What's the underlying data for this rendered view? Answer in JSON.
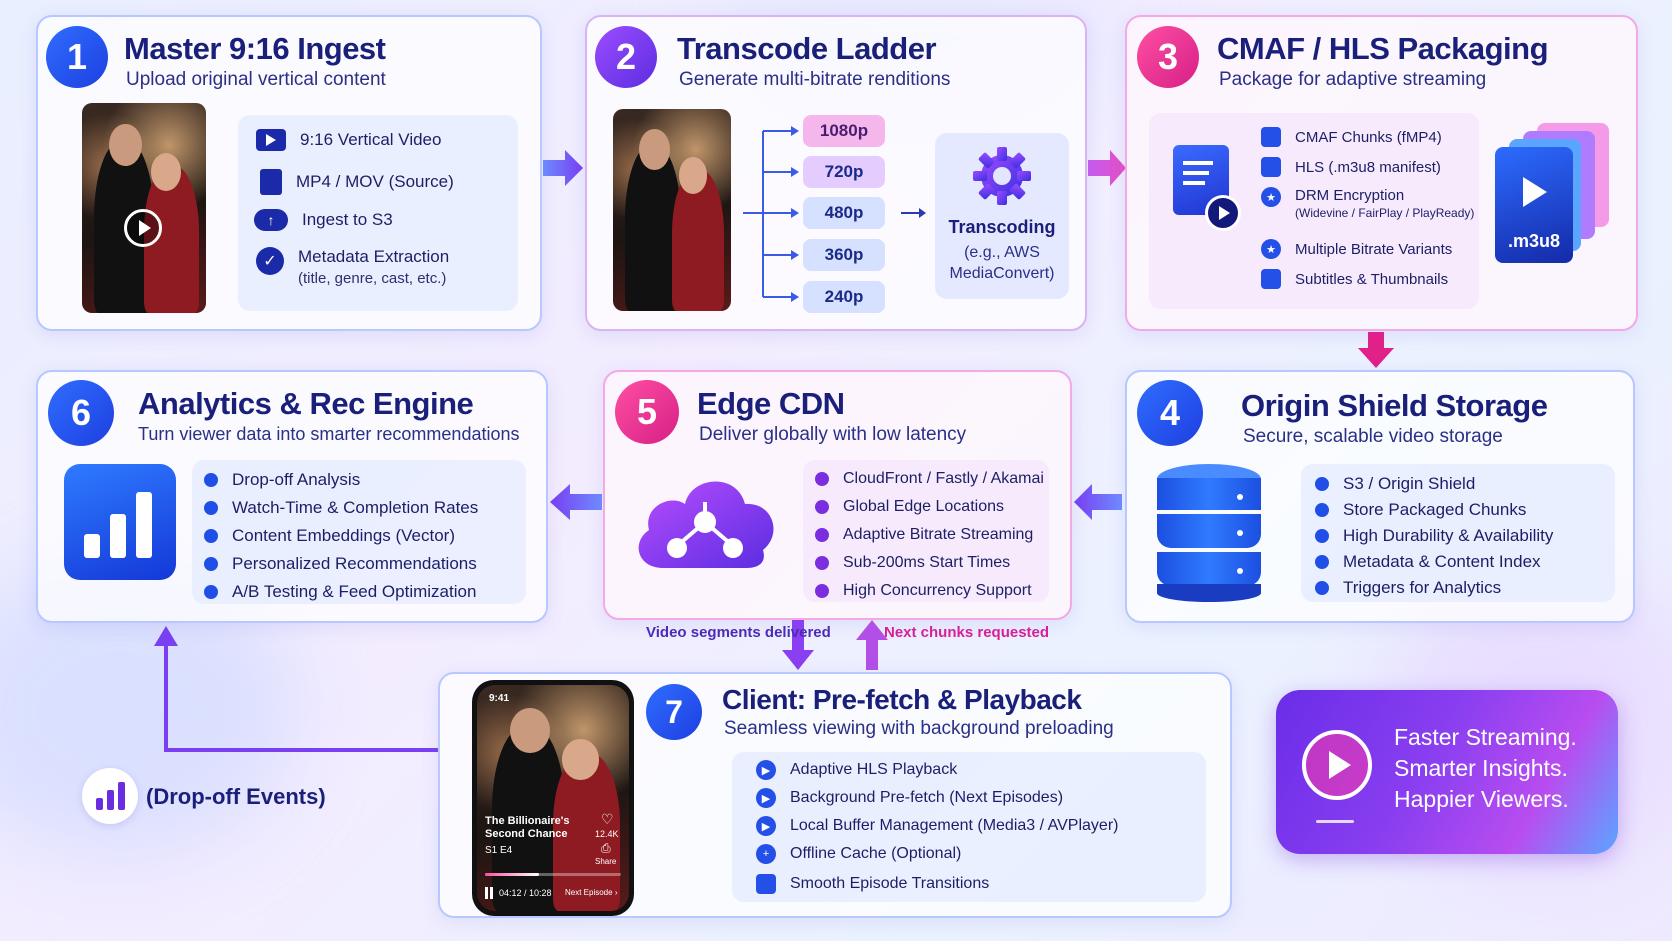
{
  "step1": {
    "num": "1",
    "title": "Master 9:16 Ingest",
    "subtitle": "Upload original vertical content",
    "items": [
      {
        "icon": "play-square-icon",
        "label": "9:16 Vertical Video"
      },
      {
        "icon": "document-icon",
        "label": "MP4 / MOV (Source)"
      },
      {
        "icon": "cloud-upload-icon",
        "label": "Ingest to S3"
      },
      {
        "icon": "check-circle-icon",
        "label": "Metadata Extraction",
        "sub": "(title, genre, cast, etc.)"
      }
    ]
  },
  "step2": {
    "num": "2",
    "title": "Transcode Ladder",
    "subtitle": "Generate multi-bitrate renditions",
    "renditions": [
      "1080p",
      "720p",
      "480p",
      "360p",
      "240p"
    ],
    "engine_title": "Transcoding",
    "engine_sub": "(e.g., AWS MediaConvert)"
  },
  "step3": {
    "num": "3",
    "title": "CMAF / HLS Packaging",
    "subtitle": "Package for adaptive streaming",
    "items": [
      {
        "label": "CMAF Chunks (fMP4)"
      },
      {
        "label": "HLS (.m3u8 manifest)"
      },
      {
        "label": "DRM Encryption",
        "sub": "(Widevine / FairPlay / PlayReady)"
      },
      {
        "label": "Multiple Bitrate Variants"
      },
      {
        "label": "Subtitles & Thumbnails"
      }
    ],
    "badge": ".m3u8"
  },
  "step4": {
    "num": "4",
    "title": "Origin Shield Storage",
    "subtitle": "Secure, scalable video storage",
    "items": [
      "S3 / Origin Shield",
      "Store Packaged Chunks",
      "High Durability & Availability",
      "Metadata & Content Index",
      "Triggers for Analytics"
    ]
  },
  "step5": {
    "num": "5",
    "title": "Edge CDN",
    "subtitle": "Deliver globally with low latency",
    "items": [
      "CloudFront / Fastly / Akamai",
      "Global Edge Locations",
      "Adaptive Bitrate Streaming",
      "Sub-200ms Start Times",
      "High Concurrency Support"
    ]
  },
  "step6": {
    "num": "6",
    "title": "Analytics & Rec Engine",
    "subtitle": "Turn viewer data into smarter recommendations",
    "items": [
      "Drop-off Analysis",
      "Watch-Time & Completion Rates",
      "Content Embeddings (Vector)",
      "Personalized Recommendations",
      "A/B Testing & Feed Optimization"
    ]
  },
  "step7": {
    "num": "7",
    "title": "Client: Pre-fetch & Playback",
    "subtitle": "Seamless viewing with background preloading",
    "items": [
      {
        "icon": "play-circle-icon",
        "label": "Adaptive HLS Playback"
      },
      {
        "icon": "play-circle-icon",
        "label": "Background Pre-fetch (Next Episodes)"
      },
      {
        "icon": "play-circle-icon",
        "label": "Local Buffer Management (Media3 / AVPlayer)"
      },
      {
        "icon": "plus-circle-icon",
        "label": "Offline Cache (Optional)"
      },
      {
        "icon": "document-icon",
        "label": "Smooth Episode Transitions"
      }
    ]
  },
  "phone": {
    "time": "9:41",
    "show_title": "The Billionaire's Second Chance",
    "episode": "S1 E4",
    "likes": "12.4K",
    "share": "Share",
    "progress_time": "04:12 / 10:28",
    "next": "Next Episode",
    "progress": 0.4
  },
  "flow_labels": {
    "down": "Video segments delivered",
    "up": "Next chunks requested",
    "dropoff": "(Drop-off Events)"
  },
  "tagline": [
    "Faster Streaming.",
    "Smarter Insights.",
    "Happier Viewers."
  ],
  "colors": {
    "blue": "#1f4fe6",
    "purple": "#7b2ee0",
    "pink": "#e0218a",
    "navy": "#1a1f7a"
  }
}
